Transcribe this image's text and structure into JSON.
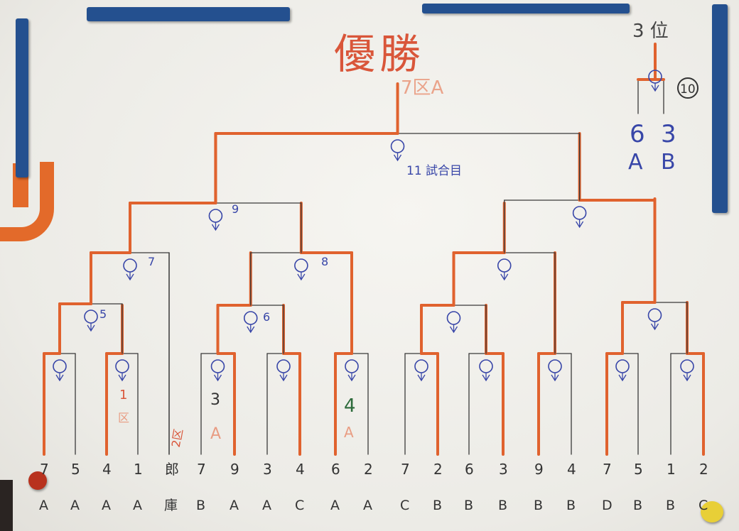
{
  "title": "優勝",
  "third_place_label": "3 位",
  "champion_team": "7区A",
  "final_note": "11 試合目",
  "third_place_match_no": "10",
  "third_place_teams": [
    {
      "number": "6",
      "group": "A"
    },
    {
      "number": "3",
      "group": "B"
    }
  ],
  "match_numbers": {
    "m5": "5",
    "m6": "6",
    "m7": "7",
    "m8": "8",
    "m9": "9"
  },
  "match_annotations": {
    "r1_2_pick": "1",
    "r1_2_sub": "区",
    "r1_5_score": "3",
    "r1_5_sub": "A",
    "r1_7_score": "4",
    "r1_7_sub": "A",
    "bye_label": "2区"
  },
  "teams": [
    {
      "number": "7",
      "group": "A"
    },
    {
      "number": "5",
      "group": "A"
    },
    {
      "number": "4",
      "group": "A"
    },
    {
      "number": "1",
      "group": "A"
    },
    {
      "number": "郎",
      "group": "庫"
    },
    {
      "number": "7",
      "group": "B"
    },
    {
      "number": "9",
      "group": "A"
    },
    {
      "number": "3",
      "group": "A"
    },
    {
      "number": "4",
      "group": "C"
    },
    {
      "number": "6",
      "group": "A"
    },
    {
      "number": "2",
      "group": "A"
    },
    {
      "number": "7",
      "group": "C"
    },
    {
      "number": "2",
      "group": "B"
    },
    {
      "number": "6",
      "group": "B"
    },
    {
      "number": "3",
      "group": "B"
    },
    {
      "number": "9",
      "group": "B"
    },
    {
      "number": "4",
      "group": "B"
    },
    {
      "number": "7",
      "group": "D"
    },
    {
      "number": "5",
      "group": "B"
    },
    {
      "number": "1",
      "group": "B"
    },
    {
      "number": "2",
      "group": "C"
    }
  ],
  "colors": {
    "winner_line": "#e0622e",
    "loser_line": "#3a3a3a",
    "blue_ink": "#3846a8",
    "red_ink": "#d9563a",
    "magnet": "#24508f"
  }
}
